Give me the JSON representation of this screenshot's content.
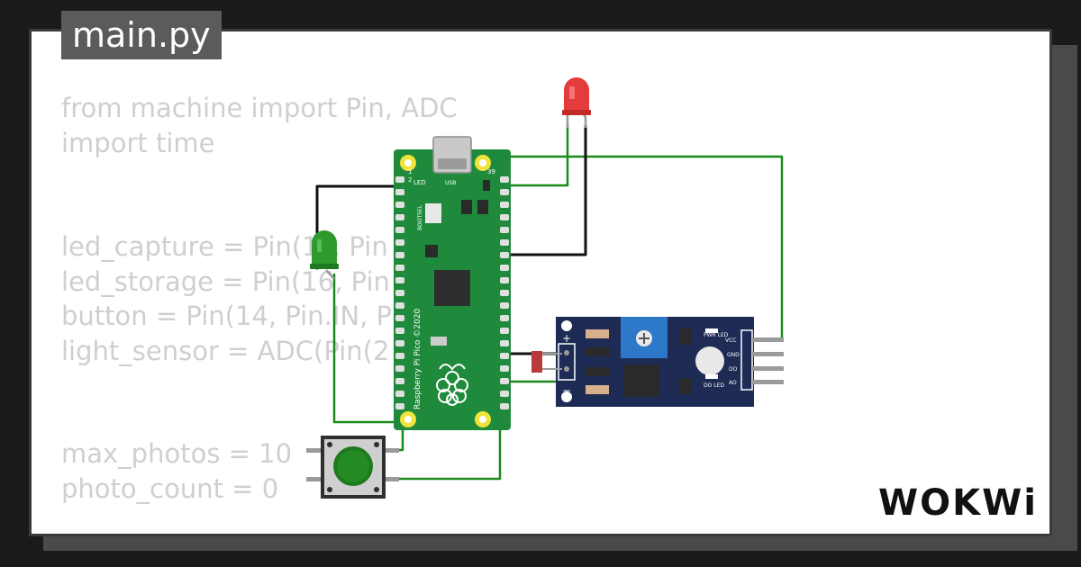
{
  "file_tab": {
    "label": "main.py"
  },
  "code_lines": [
    "from machine import Pin, ADC",
    "import time",
    "",
    "",
    "led_capture = Pin(1?, Pin",
    "led_storage = Pin(16, Pin",
    "button = Pin(14, Pin.IN, P        UP)",
    "light_sensor = ADC(Pin(2",
    "",
    "",
    "max_photos = 10",
    "photo_count = 0"
  ],
  "board": {
    "name_text": "Raspberry Pi Pico ©2020",
    "usb_label": "USB",
    "led_label": "LED",
    "bootsel_label": "BOOTSEL",
    "pin1_label": "1",
    "pin2_label": "2",
    "pin39_label": "39"
  },
  "sensor_module": {
    "plus_label": "+",
    "minus_label": "−",
    "pwr_led_label": "PWR LED",
    "do_led_label": "DO LED",
    "pins": [
      "VCC",
      "GND",
      "DO",
      "AO"
    ]
  },
  "logo": {
    "text": "WOKWi"
  },
  "colors": {
    "wire_green": "#1a8a1a",
    "wire_black": "#111111",
    "board_green": "#1f8a3b",
    "sensor_blue": "#1d2b55",
    "led_red": "#e43c3c",
    "led_green": "#2e9a2e",
    "button_green": "#1f7a1f"
  }
}
